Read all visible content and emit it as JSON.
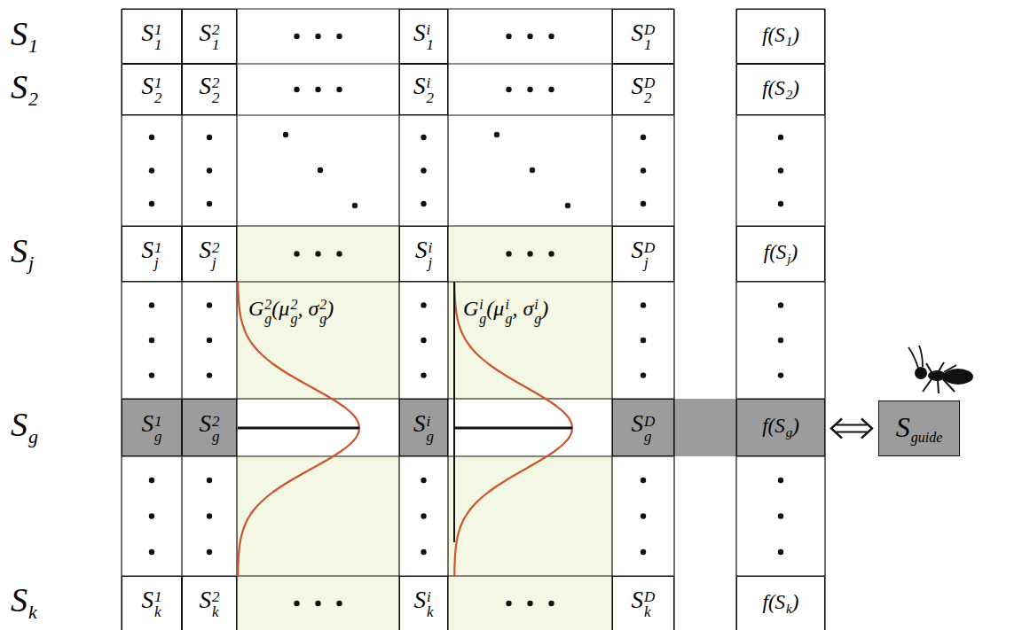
{
  "diagram": {
    "nodes": [
      {
        "text": [
          "S",
          "1",
          "1"
        ]
      },
      {
        "text": [
          "S",
          "2",
          "1"
        ]
      },
      {
        "text": [
          "S",
          "i",
          "1"
        ]
      },
      {
        "text": [
          "S",
          "D",
          "1"
        ]
      },
      {
        "text": [
          "f(S",
          "1",
          ")"
        ]
      },
      {
        "text": [
          "S",
          "1",
          "2"
        ]
      },
      {
        "text": [
          "S",
          "2",
          "2"
        ]
      },
      {
        "text": [
          "S",
          "i",
          "2"
        ]
      },
      {
        "text": [
          "S",
          "D",
          "2"
        ]
      },
      {
        "text": [
          "f(S",
          "2",
          ")"
        ]
      },
      {
        "text": [
          "S",
          "1",
          "j"
        ]
      },
      {
        "text": [
          "S",
          "2",
          "j"
        ]
      },
      {
        "text": [
          "S",
          "i",
          "j"
        ]
      },
      {
        "text": [
          "S",
          "D",
          "j"
        ]
      },
      {
        "text": [
          "f(S",
          "j",
          ")"
        ]
      },
      {
        "text": [
          "S",
          "1",
          "g"
        ]
      },
      {
        "text": [
          "S",
          "2",
          "g"
        ]
      },
      {
        "text": [
          "S",
          "i",
          "g"
        ]
      },
      {
        "text": [
          "S",
          "D",
          "g"
        ]
      },
      {
        "text": [
          "f(S",
          "g",
          ")"
        ]
      },
      {
        "text": [
          "S",
          "1",
          "k"
        ]
      },
      {
        "text": [
          "S",
          "2",
          "k"
        ]
      },
      {
        "text": [
          "S",
          "i",
          "k"
        ]
      },
      {
        "text": [
          "S",
          "D",
          "k"
        ]
      },
      {
        "text": [
          "f(S",
          "k",
          ")"
        ]
      },
      {
        "text": [
          "S",
          "guide"
        ]
      }
    ],
    "edges": [
      {
        "from": 19,
        "to": 25,
        "arrow": "both"
      }
    ],
    "labels": [
      "S",
      "1",
      "S",
      "2",
      "S",
      "j",
      "S",
      "g",
      "S",
      "k",
      "G",
      "2",
      "g",
      "(μ",
      "2",
      "g",
      ", σ",
      "2",
      "g",
      ")",
      "G",
      "i",
      "g",
      "(μ",
      "i",
      "g",
      ", σ",
      "i",
      "g",
      ")"
    ]
  }
}
